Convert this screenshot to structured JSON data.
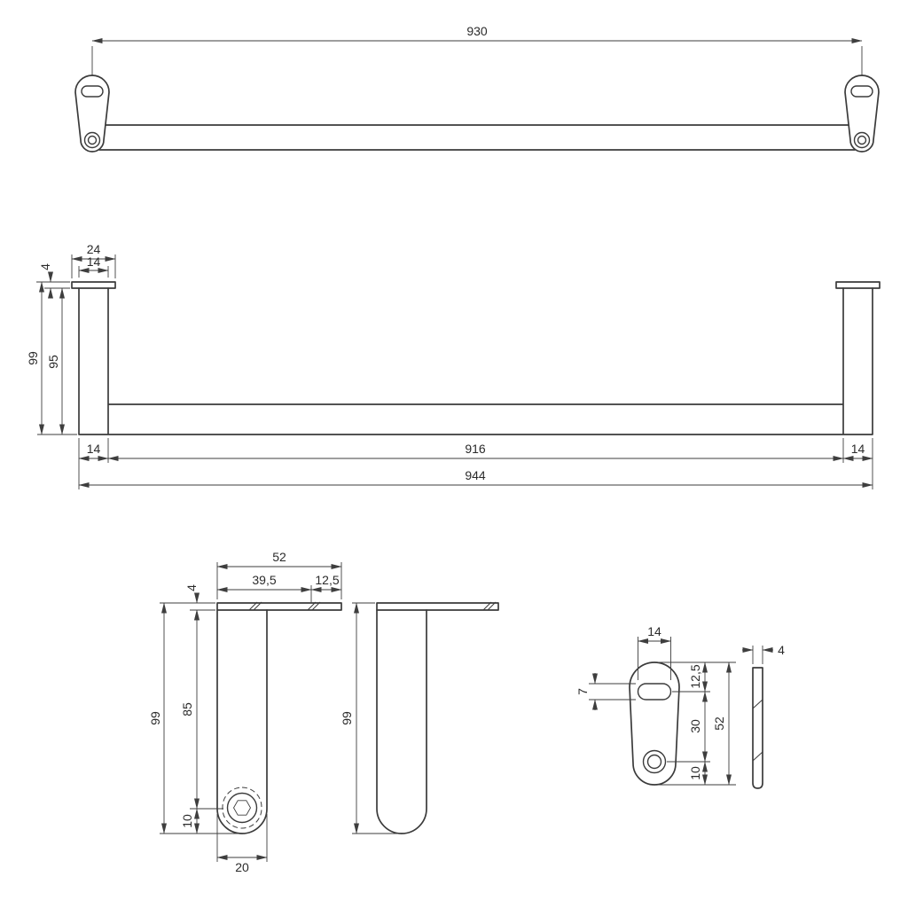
{
  "meta": {
    "background": "#ffffff",
    "line_color": "#3b3b3b",
    "text_color": "#2b2b2b",
    "drawing_type": "technical dimension drawing"
  },
  "views": {
    "top": {
      "dims": {
        "span": "930"
      }
    },
    "front": {
      "dims": {
        "flange_width": "24",
        "post_width": "14",
        "flange_thk": "4",
        "height_total": "99",
        "height_post": "95",
        "end_left": "14",
        "inner_span": "916",
        "end_right": "14",
        "overall": "944"
      }
    },
    "leg_side": {
      "dims": {
        "flange_len": "52",
        "seg_a": "39,5",
        "seg_b": "12,5",
        "flange_thk": "4",
        "height_total": "99",
        "height_body": "85",
        "foot": "10",
        "width": "20"
      }
    },
    "leg_front": {
      "dims": {
        "height_total": "99"
      }
    },
    "bracket_front": {
      "dims": {
        "slot_w": "14",
        "slot_h": "7",
        "top_to_slot": "12,5",
        "slot_to_hole": "30",
        "hole_to_bottom": "10",
        "height": "52"
      }
    },
    "bracket_side": {
      "dims": {
        "thickness": "4"
      }
    }
  }
}
